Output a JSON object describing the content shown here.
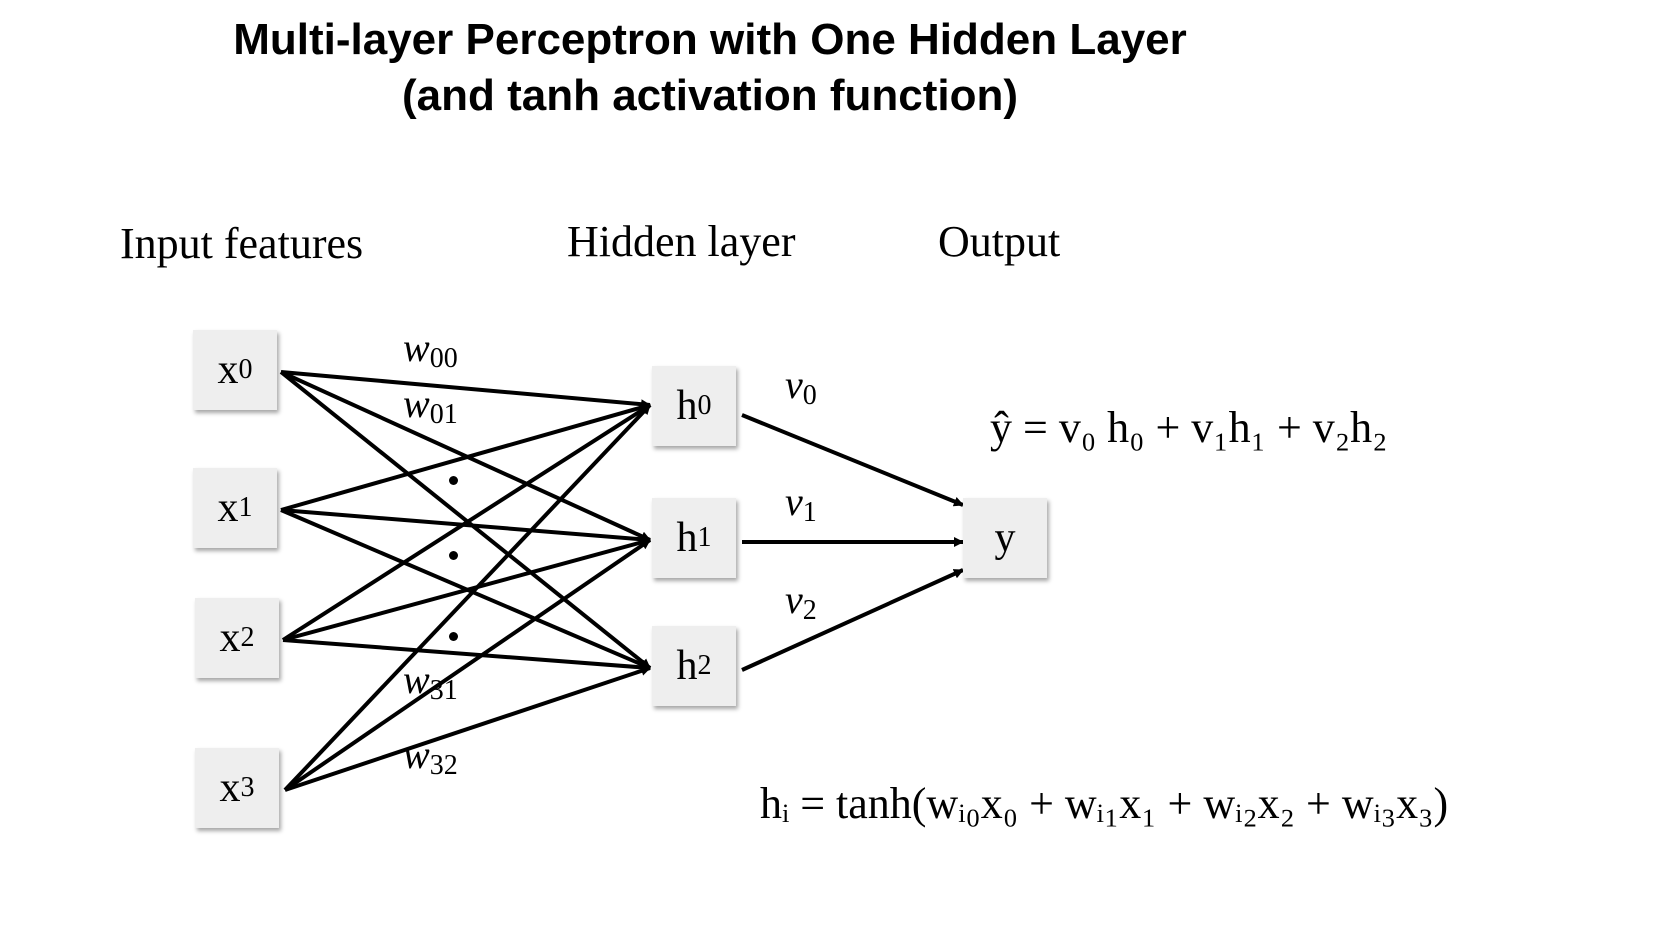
{
  "title": {
    "line1": "Multi-layer Perceptron with One Hidden Layer",
    "line2": "(and tanh activation function)"
  },
  "headers": {
    "input": "Input features",
    "hidden": "Hidden layer",
    "output": "Output"
  },
  "nodes": {
    "inputs": [
      {
        "base": "x",
        "sub": "0"
      },
      {
        "base": "x",
        "sub": "1"
      },
      {
        "base": "x",
        "sub": "2"
      },
      {
        "base": "x",
        "sub": "3"
      }
    ],
    "hidden": [
      {
        "base": "h",
        "sub": "0"
      },
      {
        "base": "h",
        "sub": "1"
      },
      {
        "base": "h",
        "sub": "2"
      }
    ],
    "output": {
      "base": "y"
    }
  },
  "weight_labels": {
    "w00": {
      "base": "w",
      "sub": "00"
    },
    "w01": {
      "base": "w",
      "sub": "01"
    },
    "w31": {
      "base": "w",
      "sub": "31"
    },
    "w32": {
      "base": "w",
      "sub": "32"
    },
    "v0": {
      "base": "v",
      "sub": "0"
    },
    "v1": {
      "base": "v",
      "sub": "1"
    },
    "v2": {
      "base": "v",
      "sub": "2"
    }
  },
  "equations": {
    "output_eq": "ŷ = v₀ h₀ + v₁h₁ + v₂h₂",
    "hidden_eq": "hᵢ = tanh(wᵢ₀x₀ + wᵢ₁x₁ + wᵢ₂x₂ + wᵢ₃x₃)"
  }
}
